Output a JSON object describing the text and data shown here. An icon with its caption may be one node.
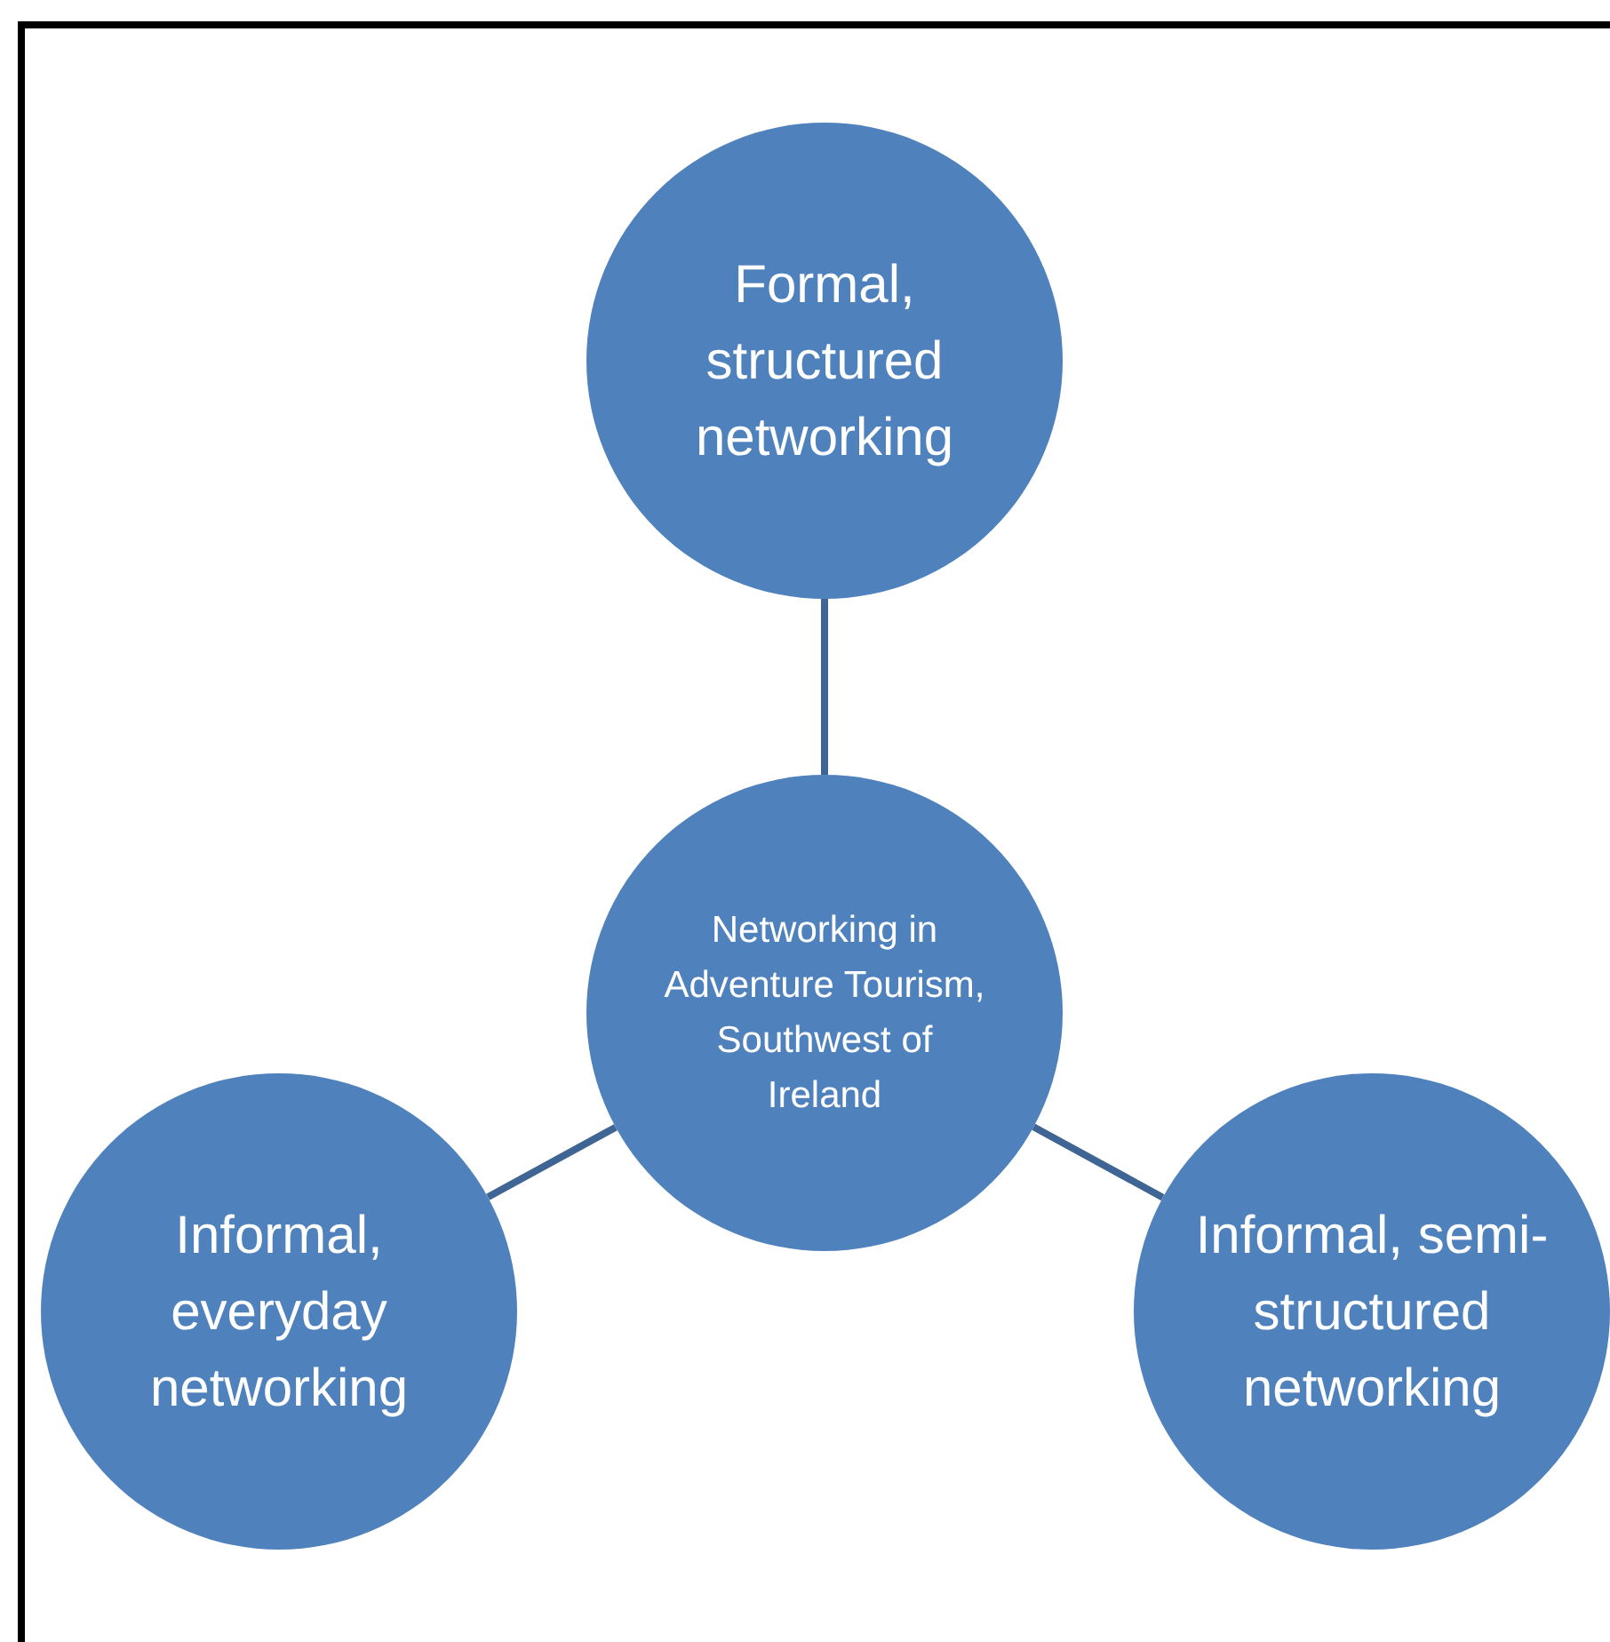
{
  "diagram": {
    "nodes": [
      {
        "text": [
          "Formal, structured networking"
        ]
      },
      {
        "text": [
          "Networking in Adventure Tourism, Southwest of Ireland"
        ]
      },
      {
        "text": [
          "Informal, everyday networking"
        ]
      },
      {
        "text": [
          "Informal, semi-structured networking"
        ]
      }
    ],
    "edges": [
      {
        "from": 1,
        "to": 0,
        "arrow": "none"
      },
      {
        "from": 1,
        "to": 2,
        "arrow": "none"
      },
      {
        "from": 1,
        "to": 3,
        "arrow": "none"
      }
    ]
  }
}
